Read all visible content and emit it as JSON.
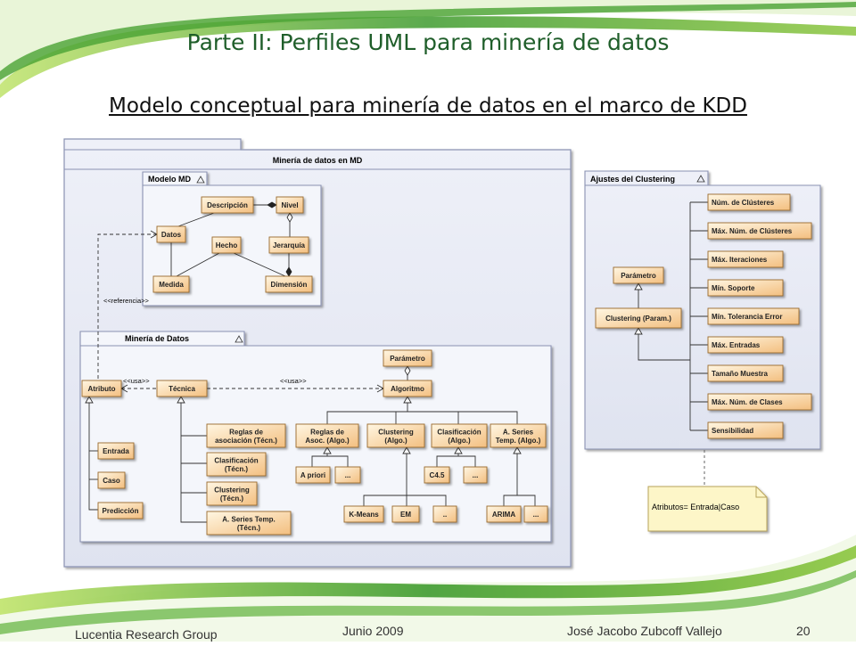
{
  "title": "Parte II: Perfiles UML para minería de datos",
  "subtitle": "Modelo conceptual para minería de datos en el marco de KDD",
  "footer": {
    "group": "Lucentia Research Group",
    "date": "Junio  2009",
    "author": "José Jacobo Zubcoff Vallejo",
    "page": "20"
  },
  "diagram": {
    "packages": {
      "mineria_md": "Minería de datos en MD",
      "modelo_md": "Modelo MD",
      "mineria_datos": "Minería de Datos",
      "ajustes": "Ajustes del Clustering"
    },
    "classes": {
      "descripcion": "Descripción",
      "nivel": "Nivel",
      "datos": "Datos",
      "hecho": "Hecho",
      "jerarquia": "Jerarquía",
      "medida": "Medida",
      "dimension": "Dimensión",
      "atributo": "Atributo",
      "tecnica": "Técnica",
      "parametro": "Parámetro",
      "algoritmo": "Algoritmo",
      "entrada": "Entrada",
      "caso": "Caso",
      "prediccion": "Predicción",
      "reglas_tec": [
        "Reglas de",
        "asociación (Técn.)"
      ],
      "clasif_tec": [
        "Clasificación",
        "(Técn.)"
      ],
      "clust_tec": [
        "Clustering",
        "(Técn.)"
      ],
      "series_tec": [
        "A. Series Temp.",
        "(Técn.)"
      ],
      "reglas_alg": [
        "Reglas de",
        "Asoc. (Algo.)"
      ],
      "clust_alg": [
        "Clustering",
        "(Algo.)"
      ],
      "clasif_alg": [
        "Clasificación",
        "(Algo.)"
      ],
      "series_alg": [
        "A. Series",
        "Temp. (Algo.)"
      ],
      "apriori": "A priori",
      "dots1": "...",
      "c45": "C4.5",
      "dots2": "...",
      "kmeans": "K-Means",
      "em": "EM",
      "dots3": "..",
      "arima": "ARIMA",
      "dots4": "...",
      "param_ajuste": "Parámetro",
      "clustering_param": "Clustering (Param.)"
    },
    "settings": [
      "Núm. de Clústeres",
      "Máx. Núm. de Clústeres",
      "Máx. Iteraciones",
      "Mín. Soporte",
      "Mín. Tolerancia Error",
      "Máx. Entradas",
      "Tamaño Muestra",
      "Máx. Núm. de Clases",
      "Sensibilidad"
    ],
    "stereotypes": {
      "referencia": "<<referencia>>",
      "usa1": "<<usa>>",
      "usa2": "<<usa>>"
    },
    "note": "Atributos= Entrada|Caso"
  },
  "colors": {
    "title": "#1f5e2a",
    "class_fill_top": "#fff3dc",
    "class_fill_bottom": "#f5c58a",
    "package_fill": "#e6e9f5",
    "package_border": "#8a92b2",
    "swoosh_dark": "#2e8b2e",
    "swoosh_light": "#a8d84a"
  }
}
